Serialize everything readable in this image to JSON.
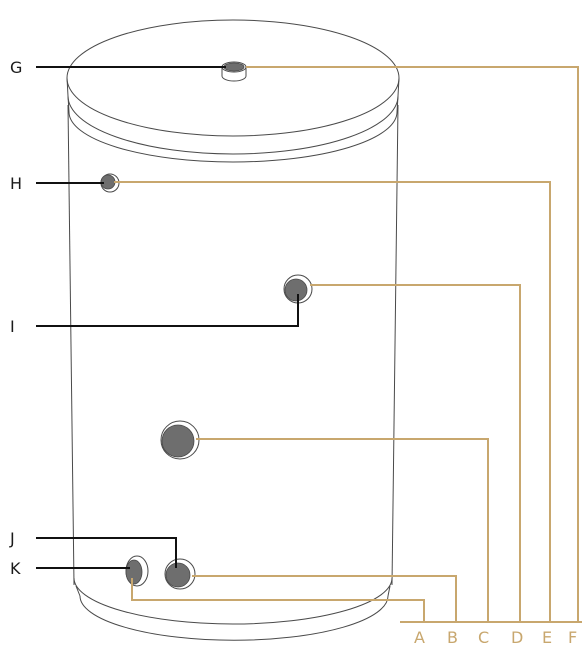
{
  "colors": {
    "outline": "#4a4a4a",
    "leader_black": "#111111",
    "leader_gold": "#c8a76e",
    "port_fill": "#6e6e6e",
    "label_black": "#1a1a1a",
    "label_gold": "#c8a76e"
  },
  "diagram": {
    "subject": "cylindrical-tank",
    "connections": {
      "G": "G",
      "H": "H",
      "I": "I",
      "J": "J",
      "K": "K"
    },
    "dimensions": {
      "A": "A",
      "B": "B",
      "C": "C",
      "D": "D",
      "E": "E",
      "F": "F"
    }
  }
}
